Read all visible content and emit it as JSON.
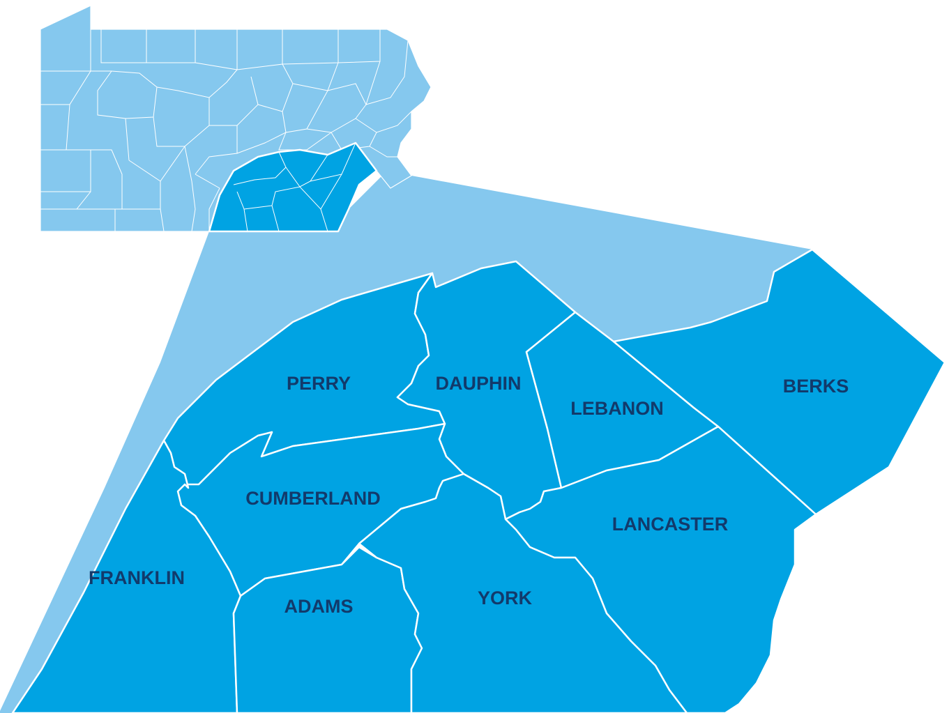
{
  "map": {
    "colors": {
      "background": "#ffffff",
      "state_fill": "#85c8ee",
      "region_fill": "#00a3e3",
      "callout_fill": "#85c8ee",
      "border": "#ffffff",
      "label_color": "#123a6b"
    },
    "inset": {
      "state": "Pennsylvania",
      "highlighted_counties": [
        "Perry",
        "Dauphin",
        "Lebanon",
        "Berks",
        "Cumberland",
        "Lancaster",
        "Franklin",
        "Adams",
        "York"
      ]
    },
    "counties": [
      {
        "id": "perry",
        "label": "PERRY"
      },
      {
        "id": "dauphin",
        "label": "DAUPHIN"
      },
      {
        "id": "lebanon",
        "label": "LEBANON"
      },
      {
        "id": "berks",
        "label": "BERKS"
      },
      {
        "id": "cumberland",
        "label": "CUMBERLAND"
      },
      {
        "id": "lancaster",
        "label": "LANCASTER"
      },
      {
        "id": "franklin",
        "label": "FRANKLIN"
      },
      {
        "id": "adams",
        "label": "ADAMS"
      },
      {
        "id": "york",
        "label": "YORK"
      }
    ]
  }
}
